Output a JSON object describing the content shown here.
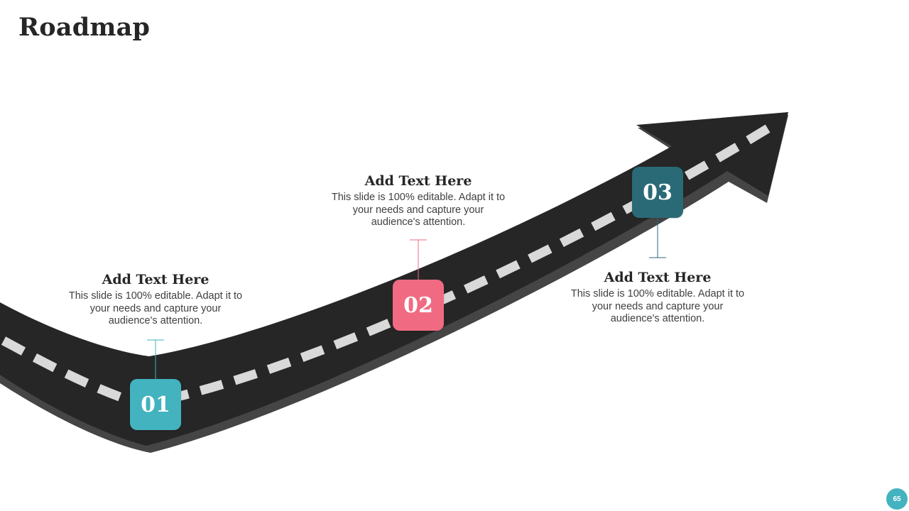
{
  "title": "Roadmap",
  "colors": {
    "road": "#262626",
    "road_shadow": "#454545",
    "dashes": "#d9d9d9",
    "step1": "#42b3bf",
    "step2": "#f06b82",
    "step3": "#2a6a76",
    "page_badge": "#42b3bf"
  },
  "steps": [
    {
      "number": "01",
      "heading": "Add Text Here",
      "body": "This slide is 100% editable. Adapt it to your needs and capture your audience's attention."
    },
    {
      "number": "02",
      "heading": "Add Text Here",
      "body": "This slide is 100% editable. Adapt it to your needs and capture your audience's attention."
    },
    {
      "number": "03",
      "heading": "Add Text Here",
      "body": "This slide is 100% editable. Adapt it to your needs and capture your audience's attention."
    }
  ],
  "page_number": "65"
}
